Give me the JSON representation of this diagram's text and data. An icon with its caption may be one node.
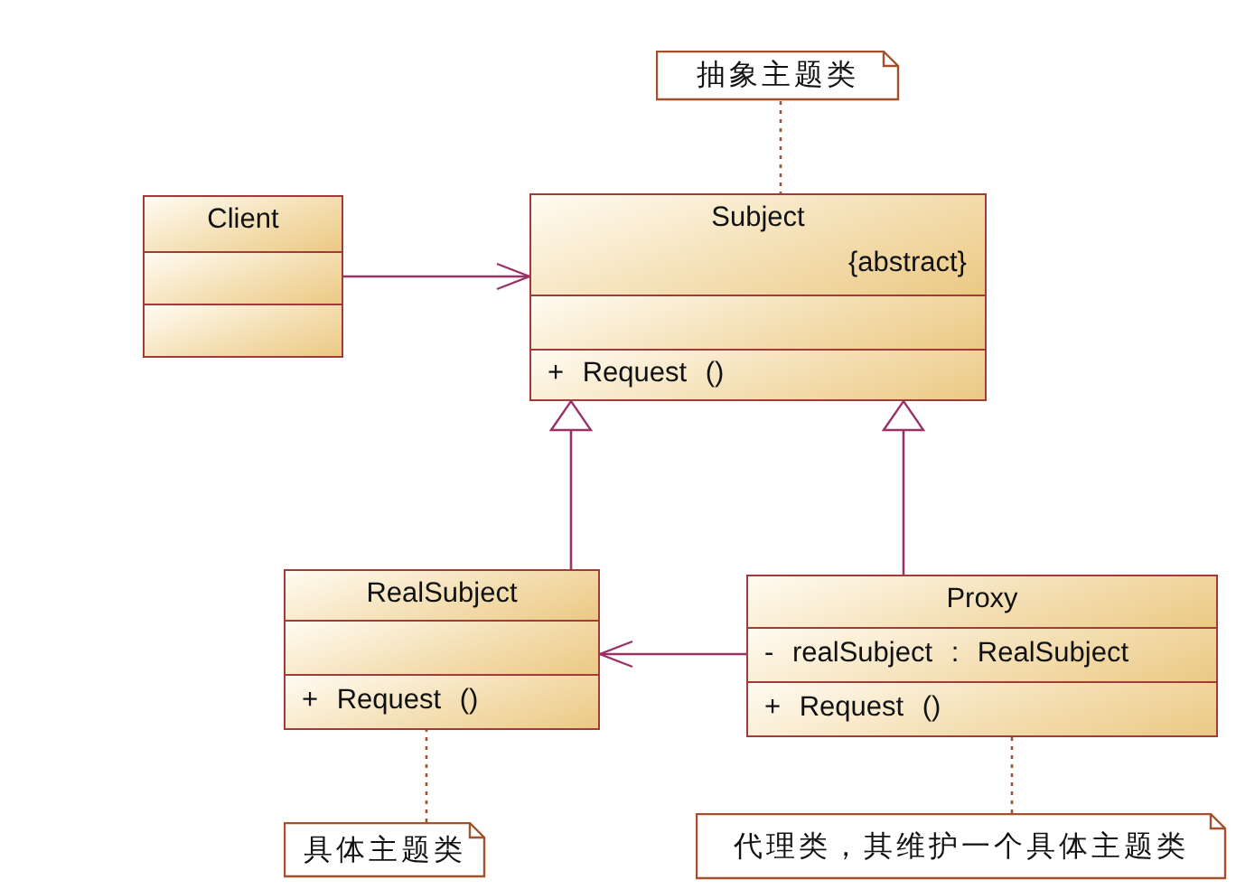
{
  "diagram": {
    "nodes": [
      {
        "text": [
          "抽象主题类"
        ]
      },
      {
        "text": [
          "Client"
        ]
      },
      {
        "text": [
          "Subject",
          "{abstract}",
          "+ Request ()"
        ]
      },
      {
        "text": [
          "RealSubject",
          "+ Request ()"
        ]
      },
      {
        "text": [
          "Proxy",
          "- realSubject : RealSubject",
          "+ Request ()"
        ]
      },
      {
        "text": [
          "具体主题类"
        ]
      },
      {
        "text": [
          "代理类，其维护一个具体主题类"
        ]
      }
    ],
    "edges": [
      {
        "from": 1,
        "to": 2,
        "arrow": "to"
      },
      {
        "from": 3,
        "to": 2,
        "arrow": "to"
      },
      {
        "from": 4,
        "to": 2,
        "arrow": "to"
      },
      {
        "from": 4,
        "to": 3,
        "arrow": "to"
      },
      {
        "from": 0,
        "to": 2,
        "arrow": "none",
        "style": "dashed",
        "color": "#a0522d"
      },
      {
        "from": 5,
        "to": 3,
        "arrow": "none",
        "style": "dashed",
        "color": "#a0522d"
      },
      {
        "from": 6,
        "to": 4,
        "arrow": "none",
        "style": "dashed",
        "color": "#a0522d"
      }
    ]
  }
}
